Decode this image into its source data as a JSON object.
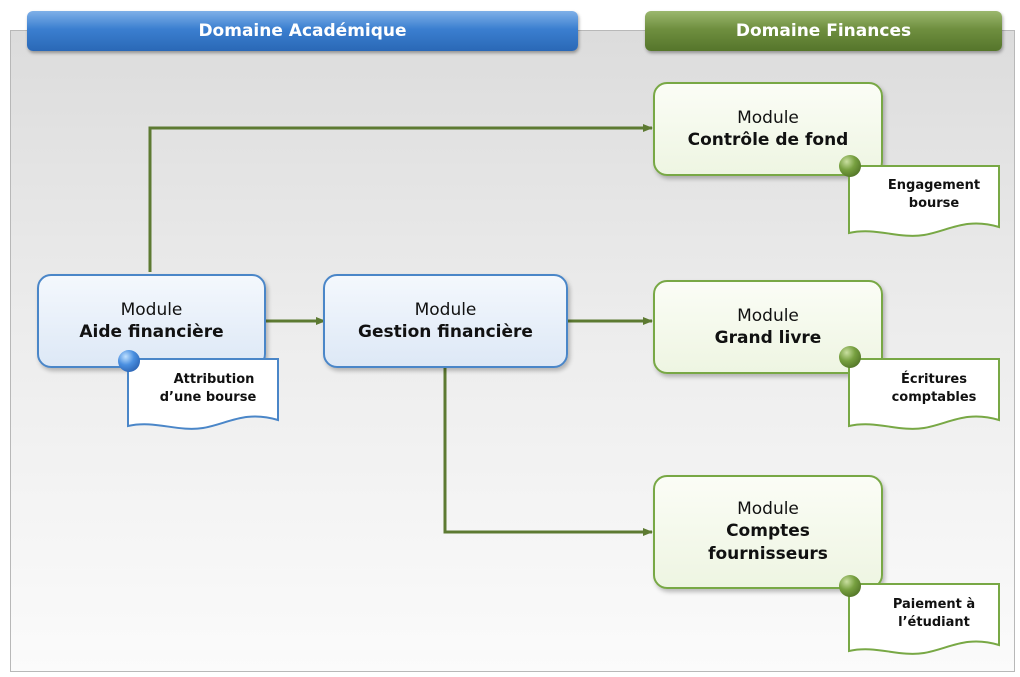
{
  "headers": {
    "academic": "Domaine Académique",
    "finances": "Domaine Finances"
  },
  "modules": {
    "aide": {
      "line1": "Module",
      "line2": "Aide financière"
    },
    "gestion": {
      "line1": "Module",
      "line2": "Gestion financière"
    },
    "controle": {
      "line1": "Module",
      "line2": "Contrôle de fond"
    },
    "grand_livre": {
      "line1": "Module",
      "line2": "Grand livre"
    },
    "comptes": {
      "line1": "Module",
      "line2a": "Comptes",
      "line2b": "fournisseurs"
    }
  },
  "documents": {
    "attribution": {
      "line1": "Attribution",
      "line2": "d’une bourse"
    },
    "engagement": {
      "line1": "Engagement",
      "line2": "bourse"
    },
    "ecritures": {
      "line1": "Écritures",
      "line2": "comptables"
    },
    "paiement": {
      "line1": "Paiement à",
      "line2": "l’étudiant"
    }
  },
  "colors": {
    "academic": "#3b7fd0",
    "finances": "#6f8f3f",
    "arrow": "#5d7a32"
  }
}
